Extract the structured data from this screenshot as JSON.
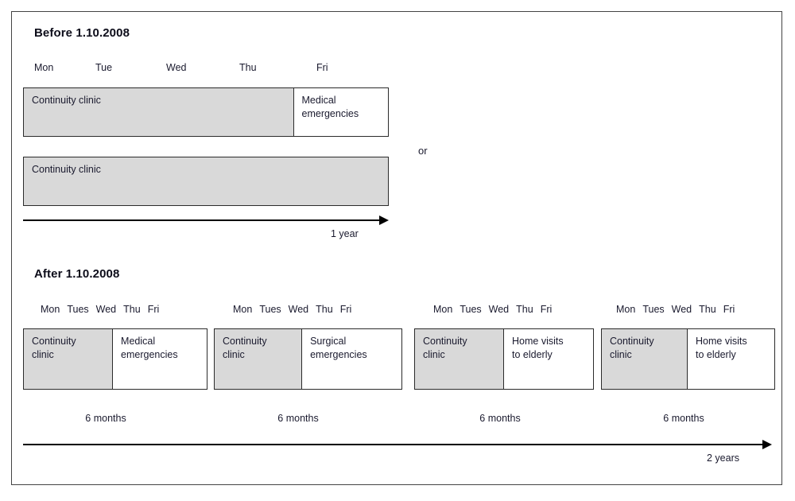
{
  "diagram": {
    "before": {
      "title": "Before 1.10.2008",
      "day_labels": [
        "Mon",
        "Tue",
        "Wed",
        "Thu",
        "Fri"
      ],
      "option_a": {
        "clinic_label": "Continuity clinic",
        "duty_label": "Medical\nemergencies"
      },
      "connector": "or",
      "option_b": {
        "clinic_label": "Continuity clinic"
      },
      "timeline_caption": "1 year"
    },
    "after": {
      "title": "After 1.10.2008",
      "day_labels": [
        "Mon",
        "Tues",
        "Wed",
        "Thu",
        "Fri"
      ],
      "blocks": [
        {
          "clinic_label": "Continuity\nclinic",
          "duty_label": "Medical\nemergencies",
          "duration_label": "6 months"
        },
        {
          "clinic_label": "Continuity\nclinic",
          "duty_label": "Surgical\nemergencies",
          "duration_label": "6 months"
        },
        {
          "clinic_label": "Continuity\nclinic",
          "duty_label": "Home visits\nto elderly",
          "duration_label": "6 months"
        },
        {
          "clinic_label": "Continuity\nclinic",
          "duty_label": "Home visits\nto elderly",
          "duration_label": "6 months"
        }
      ],
      "timeline_caption": "2 years"
    },
    "colors": {
      "clinic_fill": "#d9d9d9",
      "duty_fill": "#ffffff",
      "border": "#2b2b2b",
      "frame_border": "#444444",
      "text": "#1a1a2e"
    }
  }
}
